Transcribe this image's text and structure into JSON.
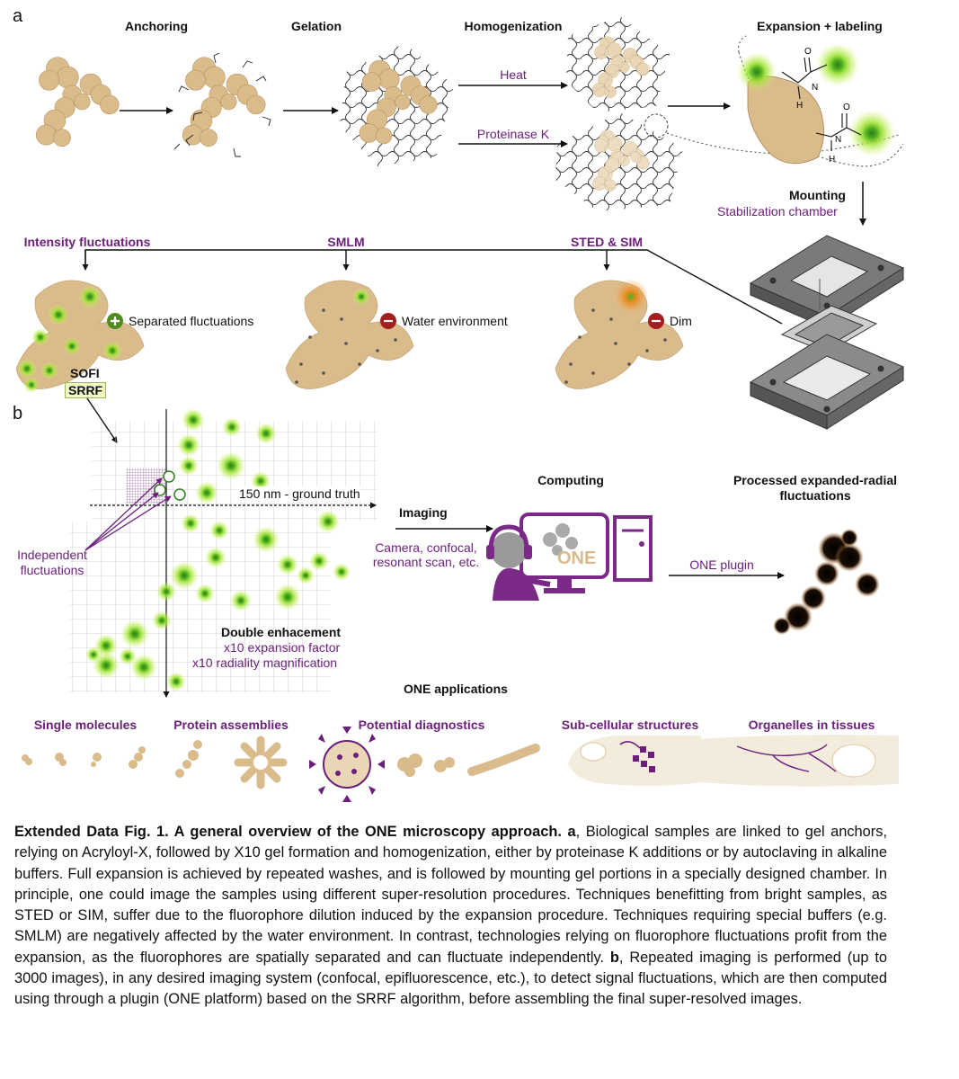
{
  "panel_a": {
    "label": "a",
    "steps": [
      "Anchoring",
      "Gelation",
      "Homogenization",
      "Expansion + labeling"
    ],
    "homogenization_methods": [
      "Heat",
      "Proteinase K"
    ],
    "mounting_title": "Mounting",
    "mounting_subtitle": "Stabilization chamber",
    "techniques": [
      {
        "title": "Intensity fluctuations",
        "sign": "+",
        "note": "Separated fluctuations"
      },
      {
        "title": "SMLM",
        "sign": "−",
        "note": "Water environment"
      },
      {
        "title": "STED & SIM",
        "sign": "−",
        "note": "Dim"
      }
    ],
    "method_names": [
      "SOFI",
      "SRRF"
    ],
    "amide_labels": {
      "o1": "O",
      "n1": "N",
      "h1": "H",
      "o2": "O",
      "n2": "N",
      "h2": "H"
    }
  },
  "panel_b": {
    "label": "b",
    "ground_truth": "150 nm - ground truth",
    "independent_fluctuations": [
      "Independent",
      "fluctuations"
    ],
    "double_enhancement": {
      "title": "Double enhacement",
      "lines": [
        "x10 expansion factor",
        "x10 radiality magnification"
      ]
    },
    "imaging": {
      "title": "Imaging",
      "lines": [
        "Camera, confocal,",
        "resonant scan, etc."
      ]
    },
    "computing": "Computing",
    "one_logo": "ONE",
    "plugin": "ONE plugin",
    "processed": [
      "Processed expanded-radial",
      "fluctuations"
    ]
  },
  "applications": {
    "title": "ONE applications",
    "items": [
      "Single molecules",
      "Protein assemblies",
      "Potential diagnostics",
      "Sub-cellular structures",
      "Organelles in tissues"
    ]
  },
  "caption": {
    "head": "Extended Data Fig. 1.  A general overview of the ONE microscopy approach.",
    "a_label": "a",
    "a_text": ", Biological samples are linked to gel anchors, relying on Acryloyl-X, followed by X10 gel formation and homogenization, either by proteinase K additions or by autoclaving in alkaline buffers. Full expansion is achieved by repeated washes, and is followed by mounting gel portions in a specially designed chamber. In principle, one could image the samples using different super-resolution procedures. Techniques benefitting from bright samples, as STED or SIM, suffer due to the fluorophore dilution induced by the expansion procedure. Techniques requiring special buffers (e.g. SMLM) are negatively affected by the water environment. In contrast, technologies relying on fluorophore fluctuations profit from the expansion, as the fluorophores are spatially separated and can fluctuate independently.",
    "b_label": "b",
    "b_text": ", Repeated imaging is performed (up to 3000 images), in any desired imaging system (confocal, epifluorescence, etc.), to detect signal fluctuations, which are then computed using through a plugin (ONE platform) based on the SRRF algorithm, before assembling the final super-resolved images."
  },
  "colors": {
    "protein": "#d9bb8c",
    "purple": "#6b1e7a",
    "glow": "#7fd21f",
    "plus": "#4f8b1f",
    "minus": "#a31f1f",
    "sted": "#e2721f"
  }
}
